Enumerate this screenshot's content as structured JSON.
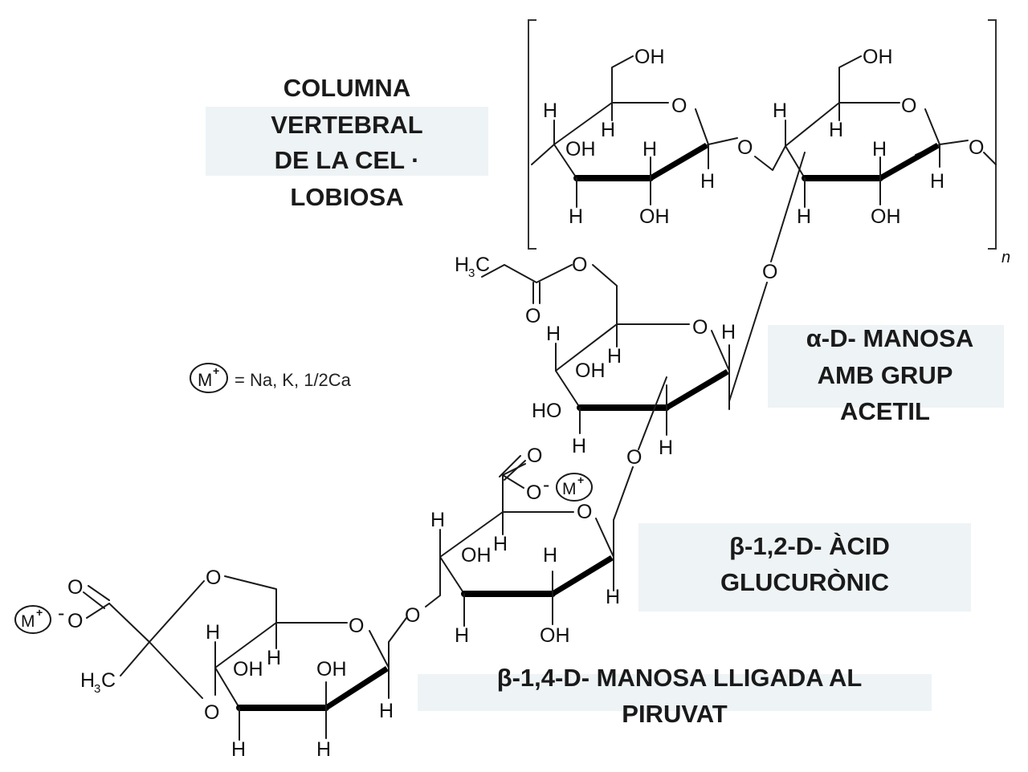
{
  "labels": {
    "cellobiose": [
      "COLUMNA",
      "VERTEBRAL",
      "DE LA CEL ·",
      "LOBIOSA"
    ],
    "mannose_acetyl": [
      "α-D- MANOSA",
      "AMB GRUP",
      "ACETIL"
    ],
    "glucuronic": [
      "β-1,2-D- ÀCID",
      "GLUCURÒNIC"
    ],
    "mannose_pyruvate": [
      "β-1,4-D- MANOSA LLIGADA AL",
      "PIRUVAT"
    ]
  },
  "legend": {
    "cation": "M",
    "charge": "+",
    "text": "= Na, K, 1/2Ca"
  },
  "atoms": {
    "o": "O",
    "h": "H",
    "oh": "OH",
    "ho": "HO",
    "minus": "-",
    "h3c_h": "H",
    "h3c_sub": "3",
    "h3c_c": "C",
    "n": "n"
  }
}
